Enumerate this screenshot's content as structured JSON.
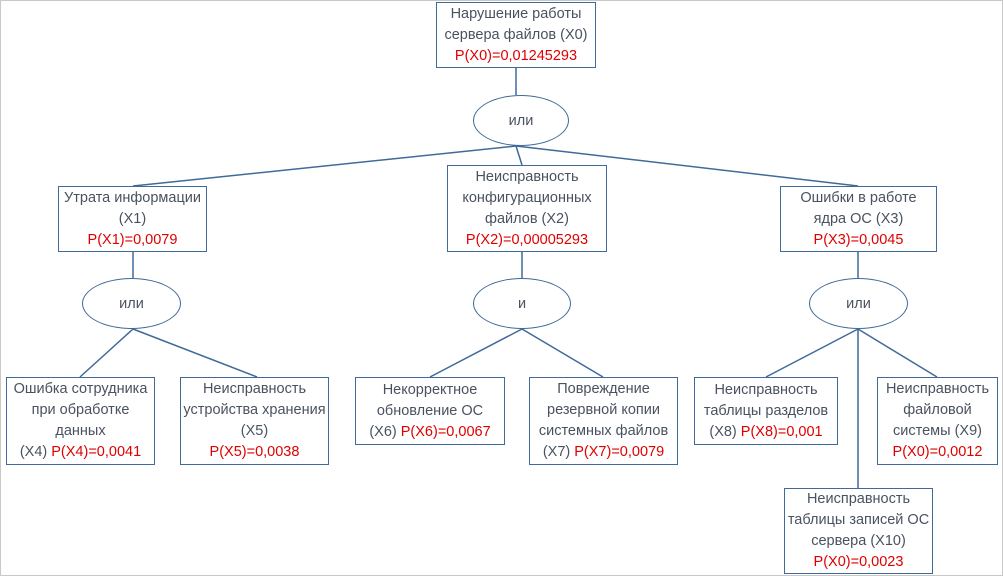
{
  "diagram": {
    "edge_color": "#3f6a99",
    "probability_color": "#e00000",
    "text_color": "#4a5260",
    "top": {
      "label": "Нарушение работы сервера файлов (X0)",
      "prob": "P(X0)=0,01245293"
    },
    "gate_top": "или",
    "x1": {
      "label": "Утрата информации (X1)",
      "prob": "P(X1)=0,0079"
    },
    "x2": {
      "label": "Неисправность конфигурационных файлов (X2)",
      "prob": "P(X2)=0,00005293"
    },
    "x3": {
      "label": "Ошибки в работе ядра ОС (X3)",
      "prob": "P(X3)=0,0045"
    },
    "gate_x1": "или",
    "gate_x2": "и",
    "gate_x3": "или",
    "x4": {
      "label": "Ошибка сотрудника при обработке данных",
      "id": "(X4)",
      "prob": "P(X4)=0,0041"
    },
    "x5": {
      "label": "Неисправность устройства хранения (X5)",
      "prob": "P(X5)=0,0038"
    },
    "x6": {
      "label": "Некорректное обновление ОС",
      "id": "(X6)",
      "prob": "P(X6)=0,0067"
    },
    "x7": {
      "label": "Повреждение резервной копии системных файлов",
      "id": "(X7)",
      "prob": "P(X7)=0,0079"
    },
    "x8": {
      "label": "Неисправность таблицы разделов",
      "id": "(X8)",
      "prob": "P(X8)=0,001"
    },
    "x9": {
      "label": "Неисправность файловой системы (X9)",
      "prob": "P(X0)=0,0012"
    },
    "x10": {
      "label": "Неисправность таблицы записей ОС сервера (X10)",
      "prob": "P(X0)=0,0023"
    }
  }
}
